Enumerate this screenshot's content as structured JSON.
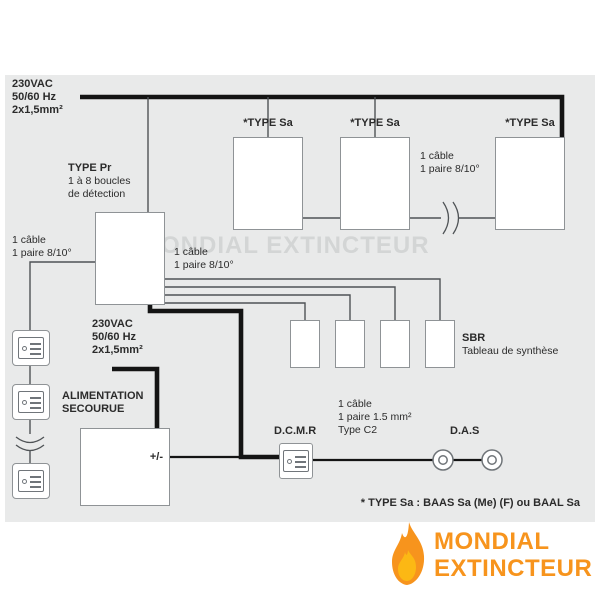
{
  "diagram": {
    "mains_top": {
      "line1": "230VAC",
      "line2": "50/60 Hz",
      "line3": "2x1,5mm²"
    },
    "type_sa_labels": [
      "*TYPE Sa",
      "*TYPE Sa",
      "*TYPE Sa"
    ],
    "cable_right": {
      "line1": "1 câble",
      "line2": "1 paire 8/10°"
    },
    "type_pr": {
      "title": "TYPE Pr",
      "line2": "1 à 8 boucles",
      "line3": "de détection"
    },
    "cable_left": {
      "line1": "1 câble",
      "line2": "1 paire 8/10°"
    },
    "cable_mid": {
      "line1": "1 câble",
      "line2": "1 paire 8/10°"
    },
    "mains_secondary": {
      "line1": "230VAC",
      "line2": "50/60 Hz",
      "line3": "2x1,5mm²"
    },
    "alim": {
      "line1": "ALIMENTATION",
      "line2": "SECOURUE",
      "polarity": "+/-"
    },
    "sbr": {
      "title": "SBR",
      "subtitle": "Tableau de synthèse"
    },
    "dcmr_label": "D.C.M.R",
    "das_label": "D.A.S",
    "cable_c2": {
      "line1": "1 câble",
      "line2": "1 paire 1.5 mm²",
      "line3": "Type C2"
    },
    "footnote": "* TYPE Sa : BAAS Sa (Me) (F) ou BAAL Sa"
  },
  "watermark": "MONDIAL EXTINCTEUR",
  "logo": {
    "line1": "MONDIAL",
    "line2": "EXTINCTEUR"
  },
  "colors": {
    "panel_bg": "#e9eaea",
    "wire": "#4f5356",
    "bus": "#141414",
    "box_border": "#8f9396",
    "accent_orange": "#F7941D",
    "flame_yellow": "#FCB814"
  }
}
